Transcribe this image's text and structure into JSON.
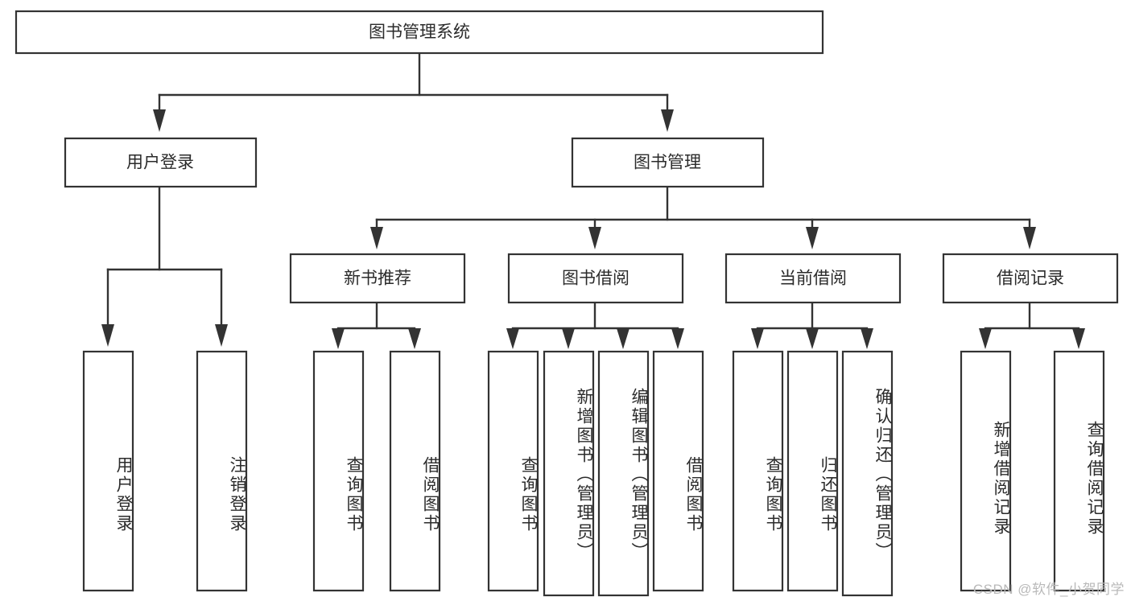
{
  "diagram": {
    "type": "tree-hierarchy",
    "title": "图书管理系统",
    "orientation": "top-down",
    "colors": {
      "box_stroke": "#333333",
      "box_fill": "#ffffff",
      "text": "#2b2b2b",
      "background": "#ffffff",
      "watermark": "#b9b9b9"
    },
    "root": {
      "id": "root",
      "label": "图书管理系统"
    },
    "level2": [
      {
        "id": "user-login",
        "label": "用户登录"
      },
      {
        "id": "book-management",
        "label": "图书管理"
      }
    ],
    "level3": [
      {
        "id": "new-book-recommend",
        "label": "新书推荐",
        "parent": "book-management"
      },
      {
        "id": "book-borrow",
        "label": "图书借阅",
        "parent": "book-management"
      },
      {
        "id": "current-borrow",
        "label": "当前借阅",
        "parent": "book-management"
      },
      {
        "id": "borrow-record",
        "label": "借阅记录",
        "parent": "book-management"
      }
    ],
    "leaves": [
      {
        "id": "leaf-user-login",
        "label": "用户登录",
        "parent": "user-login"
      },
      {
        "id": "leaf-user-logout",
        "label": "注销登录",
        "parent": "user-login"
      },
      {
        "id": "leaf-query-book-1",
        "label": "查询图书",
        "parent": "new-book-recommend"
      },
      {
        "id": "leaf-borrow-book-1",
        "label": "借阅图书",
        "parent": "new-book-recommend"
      },
      {
        "id": "leaf-query-book-2",
        "label": "查询图书",
        "parent": "book-borrow"
      },
      {
        "id": "leaf-add-book",
        "label": "新增图书（管理员）",
        "parent": "book-borrow"
      },
      {
        "id": "leaf-edit-book",
        "label": "编辑图书（管理员）",
        "parent": "book-borrow"
      },
      {
        "id": "leaf-borrow-book-2",
        "label": "借阅图书",
        "parent": "book-borrow"
      },
      {
        "id": "leaf-query-book-3",
        "label": "查询图书",
        "parent": "current-borrow"
      },
      {
        "id": "leaf-return-book",
        "label": "归还图书",
        "parent": "current-borrow"
      },
      {
        "id": "leaf-confirm-return",
        "label": "确认归还（管理员）",
        "parent": "current-borrow"
      },
      {
        "id": "leaf-add-record",
        "label": "新增借阅记录",
        "parent": "borrow-record"
      },
      {
        "id": "leaf-query-record",
        "label": "查询借阅记录",
        "parent": "borrow-record"
      }
    ]
  },
  "watermark": {
    "text": "CSDN @软件_小贺同学"
  }
}
